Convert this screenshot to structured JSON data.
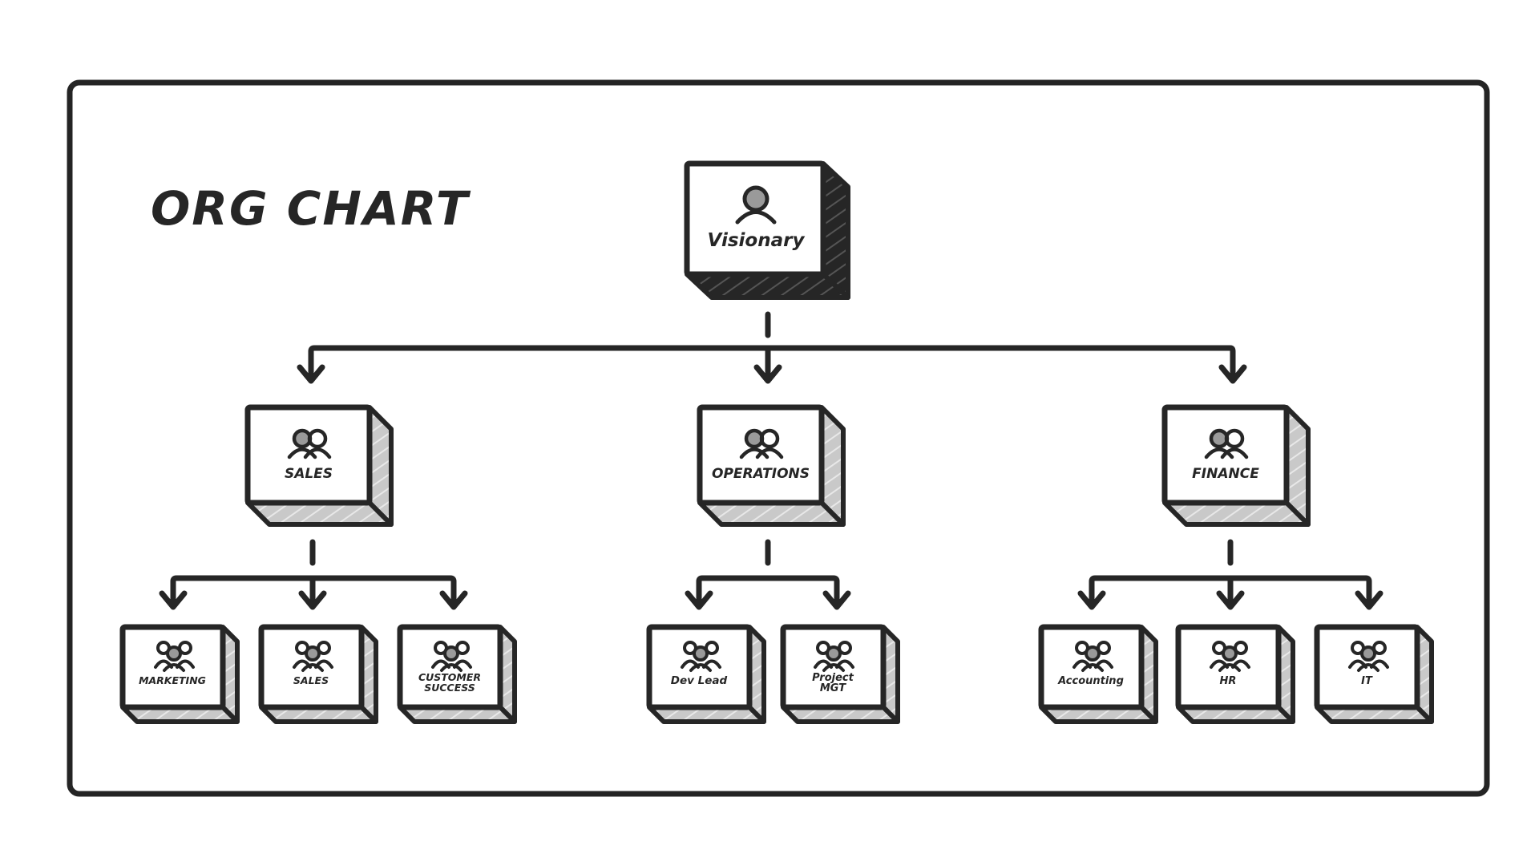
{
  "title": "ORG CHART",
  "colors": {
    "ink": "#262626",
    "frame": "#242424",
    "face": "#ffffff",
    "side_light": "#c9c9c9",
    "side_dark": "#262626",
    "icon_fill": "#9a9a9a"
  },
  "nodes": {
    "visionary": {
      "label": "Visionary",
      "icon": "person-icon"
    },
    "sales_dept": {
      "label": "SALES",
      "icon": "team-icon"
    },
    "operations": {
      "label": "OPERATIONS",
      "icon": "team-icon"
    },
    "finance": {
      "label": "FINANCE",
      "icon": "team-icon"
    },
    "marketing": {
      "label": "MARKETING",
      "icon": "group-icon"
    },
    "sales_team": {
      "label": "SALES",
      "icon": "group-icon"
    },
    "customer_success": {
      "label_line1": "CUSTOMER",
      "label_line2": "SUCCESS",
      "icon": "group-icon"
    },
    "dev_lead": {
      "label": "Dev Lead",
      "icon": "group-icon"
    },
    "project_mgt": {
      "label_line1": "Project",
      "label_line2": "MGT",
      "icon": "group-icon"
    },
    "accounting": {
      "label": "Accounting",
      "icon": "group-icon"
    },
    "hr": {
      "label": "HR",
      "icon": "group-icon"
    },
    "it": {
      "label": "IT",
      "icon": "group-icon"
    }
  }
}
